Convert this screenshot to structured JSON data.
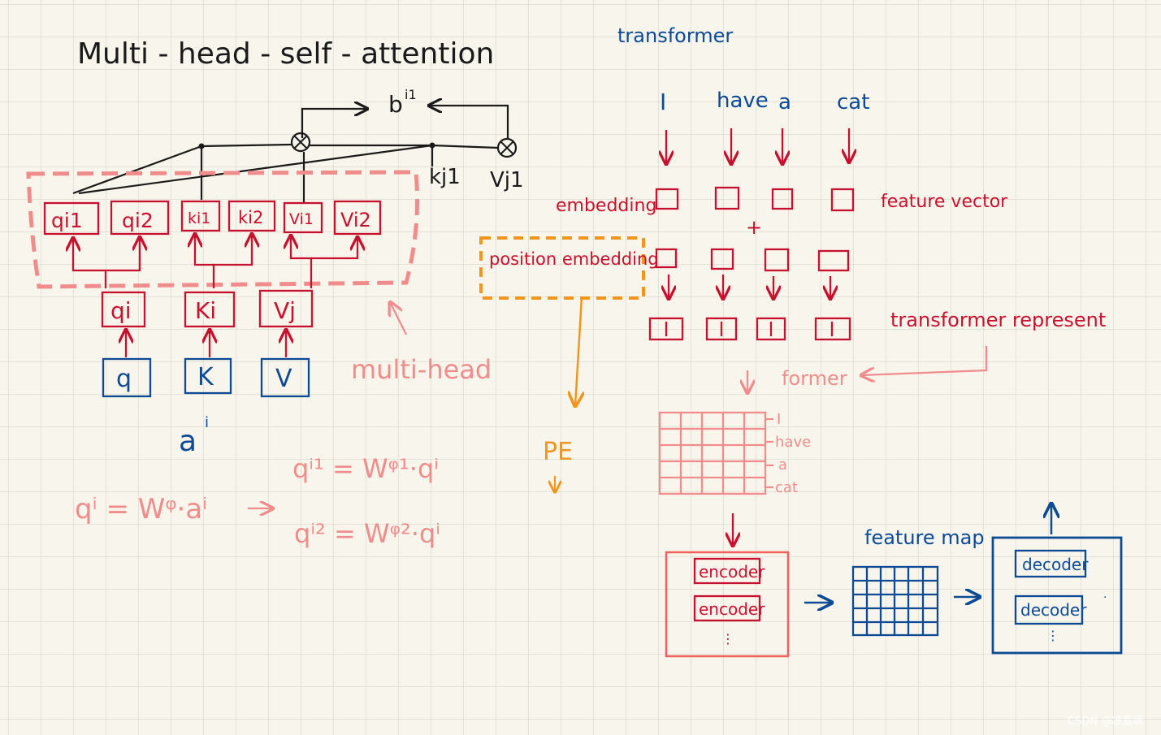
{
  "left": {
    "title": "Multi - head - self - attention",
    "output_base": "b",
    "output_sup": "i1",
    "kj1": "kj1",
    "vj1": "Vj1",
    "heads": [
      "qi1",
      "qi2",
      "ki1",
      "ki2",
      "Vi1",
      "Vi2"
    ],
    "projected": [
      "qi",
      "Ki",
      "Vj"
    ],
    "inputs": [
      "q",
      "K",
      "V"
    ],
    "a_base": "a",
    "a_sup": "i",
    "multihead_label": "multi-head",
    "formula_main": "qⁱ = Wᵠ·aⁱ",
    "formula_1": "qⁱ¹ = Wᵠ¹·qⁱ",
    "formula_2": "qⁱ² = Wᵠ²·qⁱ"
  },
  "middle": {
    "position_embedding": "position embedding",
    "pe": "PE"
  },
  "right": {
    "title": "transformer",
    "tokens": [
      "I",
      "have",
      "a",
      "cat"
    ],
    "embedding_label": "embedding",
    "feature_vector_label": "feature vector",
    "plus": "+",
    "represent_label": "transformer represent",
    "former_label": "former",
    "matrix_labels": [
      "I",
      "have",
      "a",
      "cat"
    ],
    "encoder_label": "encoder",
    "feature_map_label": "feature map",
    "decoder_label": "decoder",
    "ellipsis": "⋮",
    "ellipsis_side": "·"
  },
  "watermark": "CSDN @凉意啊",
  "colors": {
    "ink_black": "#1a1a1a",
    "ink_red": "#c8102e",
    "ink_pink": "#f08c8c",
    "ink_blue": "#0c4a94",
    "ink_orange": "#f0961e",
    "paper": "#f8f6ec"
  }
}
